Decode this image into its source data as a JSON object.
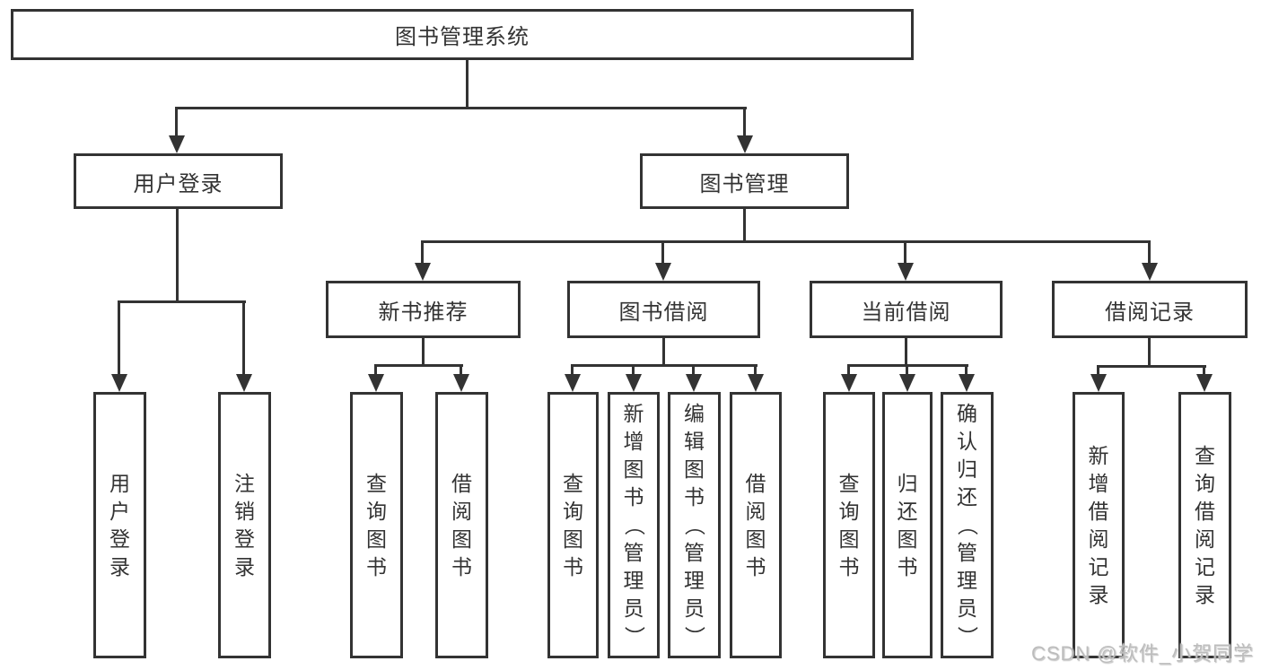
{
  "colors": {
    "line": "#333333",
    "text": "#333333",
    "background": "#ffffff",
    "watermark": "#bcbcbc"
  },
  "diagram": {
    "root": {
      "label": "图书管理系统"
    },
    "level2": [
      {
        "label": "用户登录"
      },
      {
        "label": "图书管理"
      }
    ],
    "level3": [
      {
        "label": "新书推荐"
      },
      {
        "label": "图书借阅"
      },
      {
        "label": "当前借阅"
      },
      {
        "label": "借阅记录"
      }
    ],
    "leaves": {
      "user_login": [
        {
          "label": "用户登录"
        },
        {
          "label": "注销登录"
        }
      ],
      "new_book_recommend": [
        {
          "label": "查询图书"
        },
        {
          "label": "借阅图书"
        }
      ],
      "book_borrow": [
        {
          "label": "查询图书"
        },
        {
          "label": "新增图书（管理员）"
        },
        {
          "label": "编辑图书（管理员）"
        },
        {
          "label": "借阅图书"
        }
      ],
      "current_borrow": [
        {
          "label": "查询图书"
        },
        {
          "label": "归还图书"
        },
        {
          "label": "确认归还（管理员）"
        }
      ],
      "borrow_record": [
        {
          "label": "新增借阅记录"
        },
        {
          "label": "查询借阅记录"
        }
      ]
    }
  },
  "watermark": {
    "text": "CSDN @软件_小贺同学"
  }
}
